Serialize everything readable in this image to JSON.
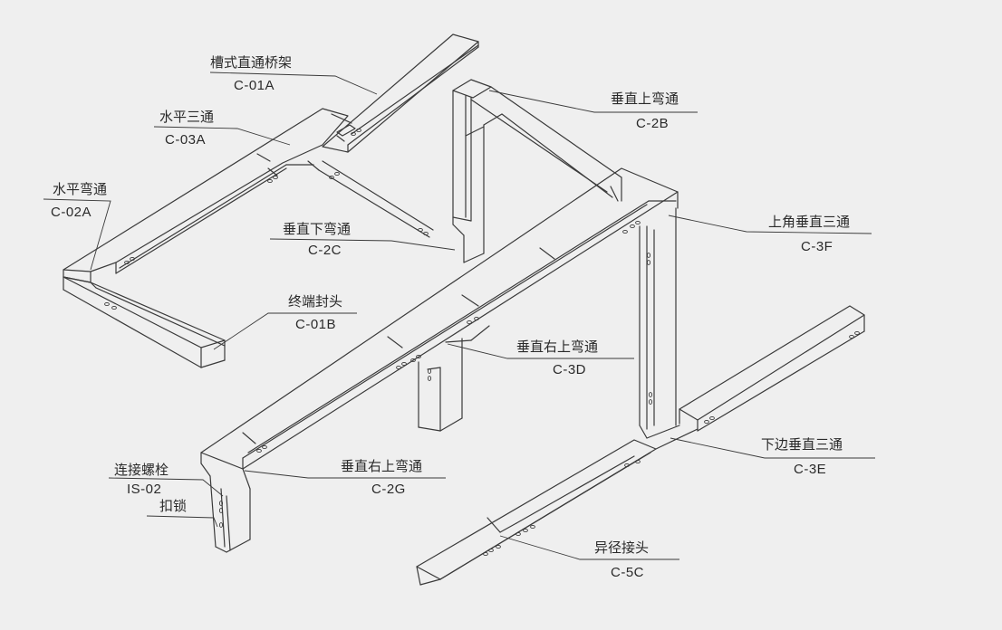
{
  "labels": [
    {
      "name": "槽式直通桥架",
      "code": "C-01A"
    },
    {
      "name": "水平三通",
      "code": "C-03A"
    },
    {
      "name": "水平弯通",
      "code": "C-02A"
    },
    {
      "name": "垂直下弯通",
      "code": "C-2C"
    },
    {
      "name": "终端封头",
      "code": "C-01B"
    },
    {
      "name": "垂直上弯通",
      "code": "C-2B"
    },
    {
      "name": "上角垂直三通",
      "code": "C-3F"
    },
    {
      "name": "垂直右上弯通",
      "code": "C-3D"
    },
    {
      "name": "下边垂直三通",
      "code": "C-3E"
    },
    {
      "name": "垂直右上弯通",
      "code": "C-2G"
    },
    {
      "name": "连接螺栓",
      "code": "IS-02"
    },
    {
      "name": "扣锁",
      "code": ""
    },
    {
      "name": "异径接头",
      "code": "C-5C"
    }
  ],
  "colors": {
    "background": "#efefef",
    "line": "#3a3a3a",
    "text": "#2a2a2a"
  }
}
